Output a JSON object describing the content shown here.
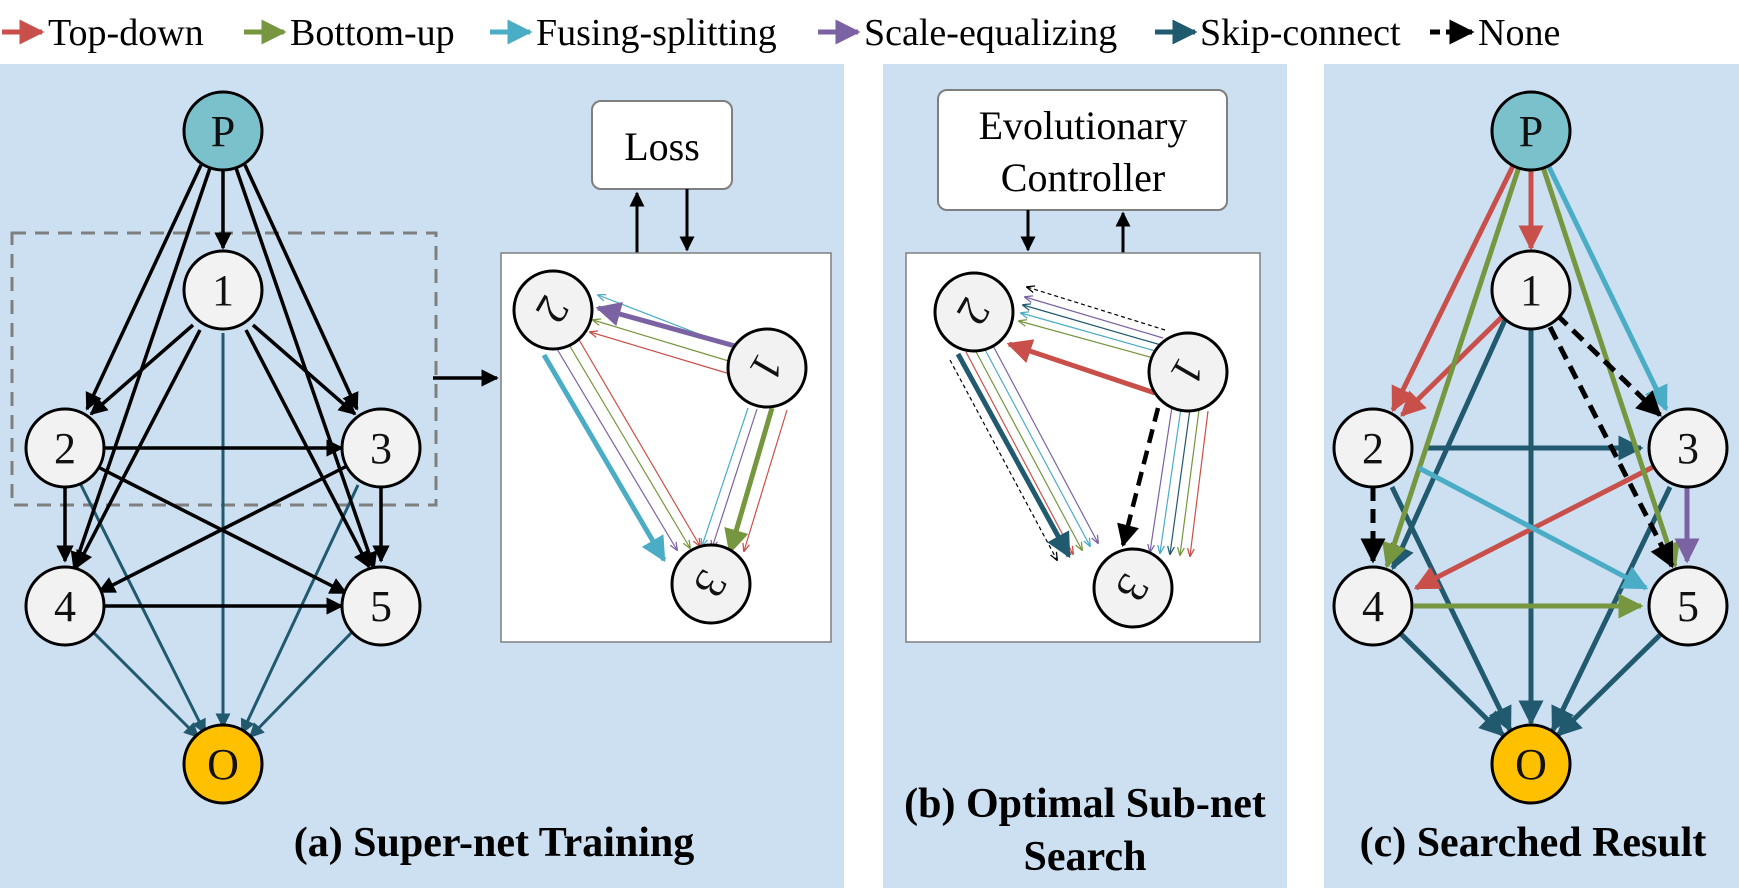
{
  "legend": [
    {
      "label": "Top-down",
      "color": "#c9504a",
      "dashed": false
    },
    {
      "label": "Bottom-up",
      "color": "#76963f",
      "dashed": false
    },
    {
      "label": "Fusing-splitting",
      "color": "#4bacc6",
      "dashed": false
    },
    {
      "label": "Scale-equalizing",
      "color": "#7b62a3",
      "dashed": false
    },
    {
      "label": "Skip-connect",
      "color": "#21596e",
      "dashed": false
    },
    {
      "label": "None",
      "color": "#000000",
      "dashed": true
    }
  ],
  "nodes": {
    "p": "P",
    "n1": "1",
    "n2": "2",
    "n3": "3",
    "n4": "4",
    "n5": "5",
    "o": "O"
  },
  "panel_a": {
    "caption": "(a) Super-net Training",
    "loss_label": "Loss"
  },
  "panel_b": {
    "caption_line1": "(b) Optimal Sub-net",
    "caption_line2": "Search",
    "controller_line1": "Evolutionary",
    "controller_line2": "Controller"
  },
  "panel_c": {
    "caption": "(c) Searched Result"
  },
  "colors": {
    "panel_bg": "#cce0f1",
    "node_fill": "#f2f2f2",
    "input_node_fill": "#7ac1cc",
    "output_node_fill": "#ffc000",
    "top_down": "#c9504a",
    "bottom_up": "#76963f",
    "fusing_splitting": "#4bacc6",
    "scale_equalizing": "#7b62a3",
    "skip_connect": "#21596e",
    "none": "#000000"
  }
}
